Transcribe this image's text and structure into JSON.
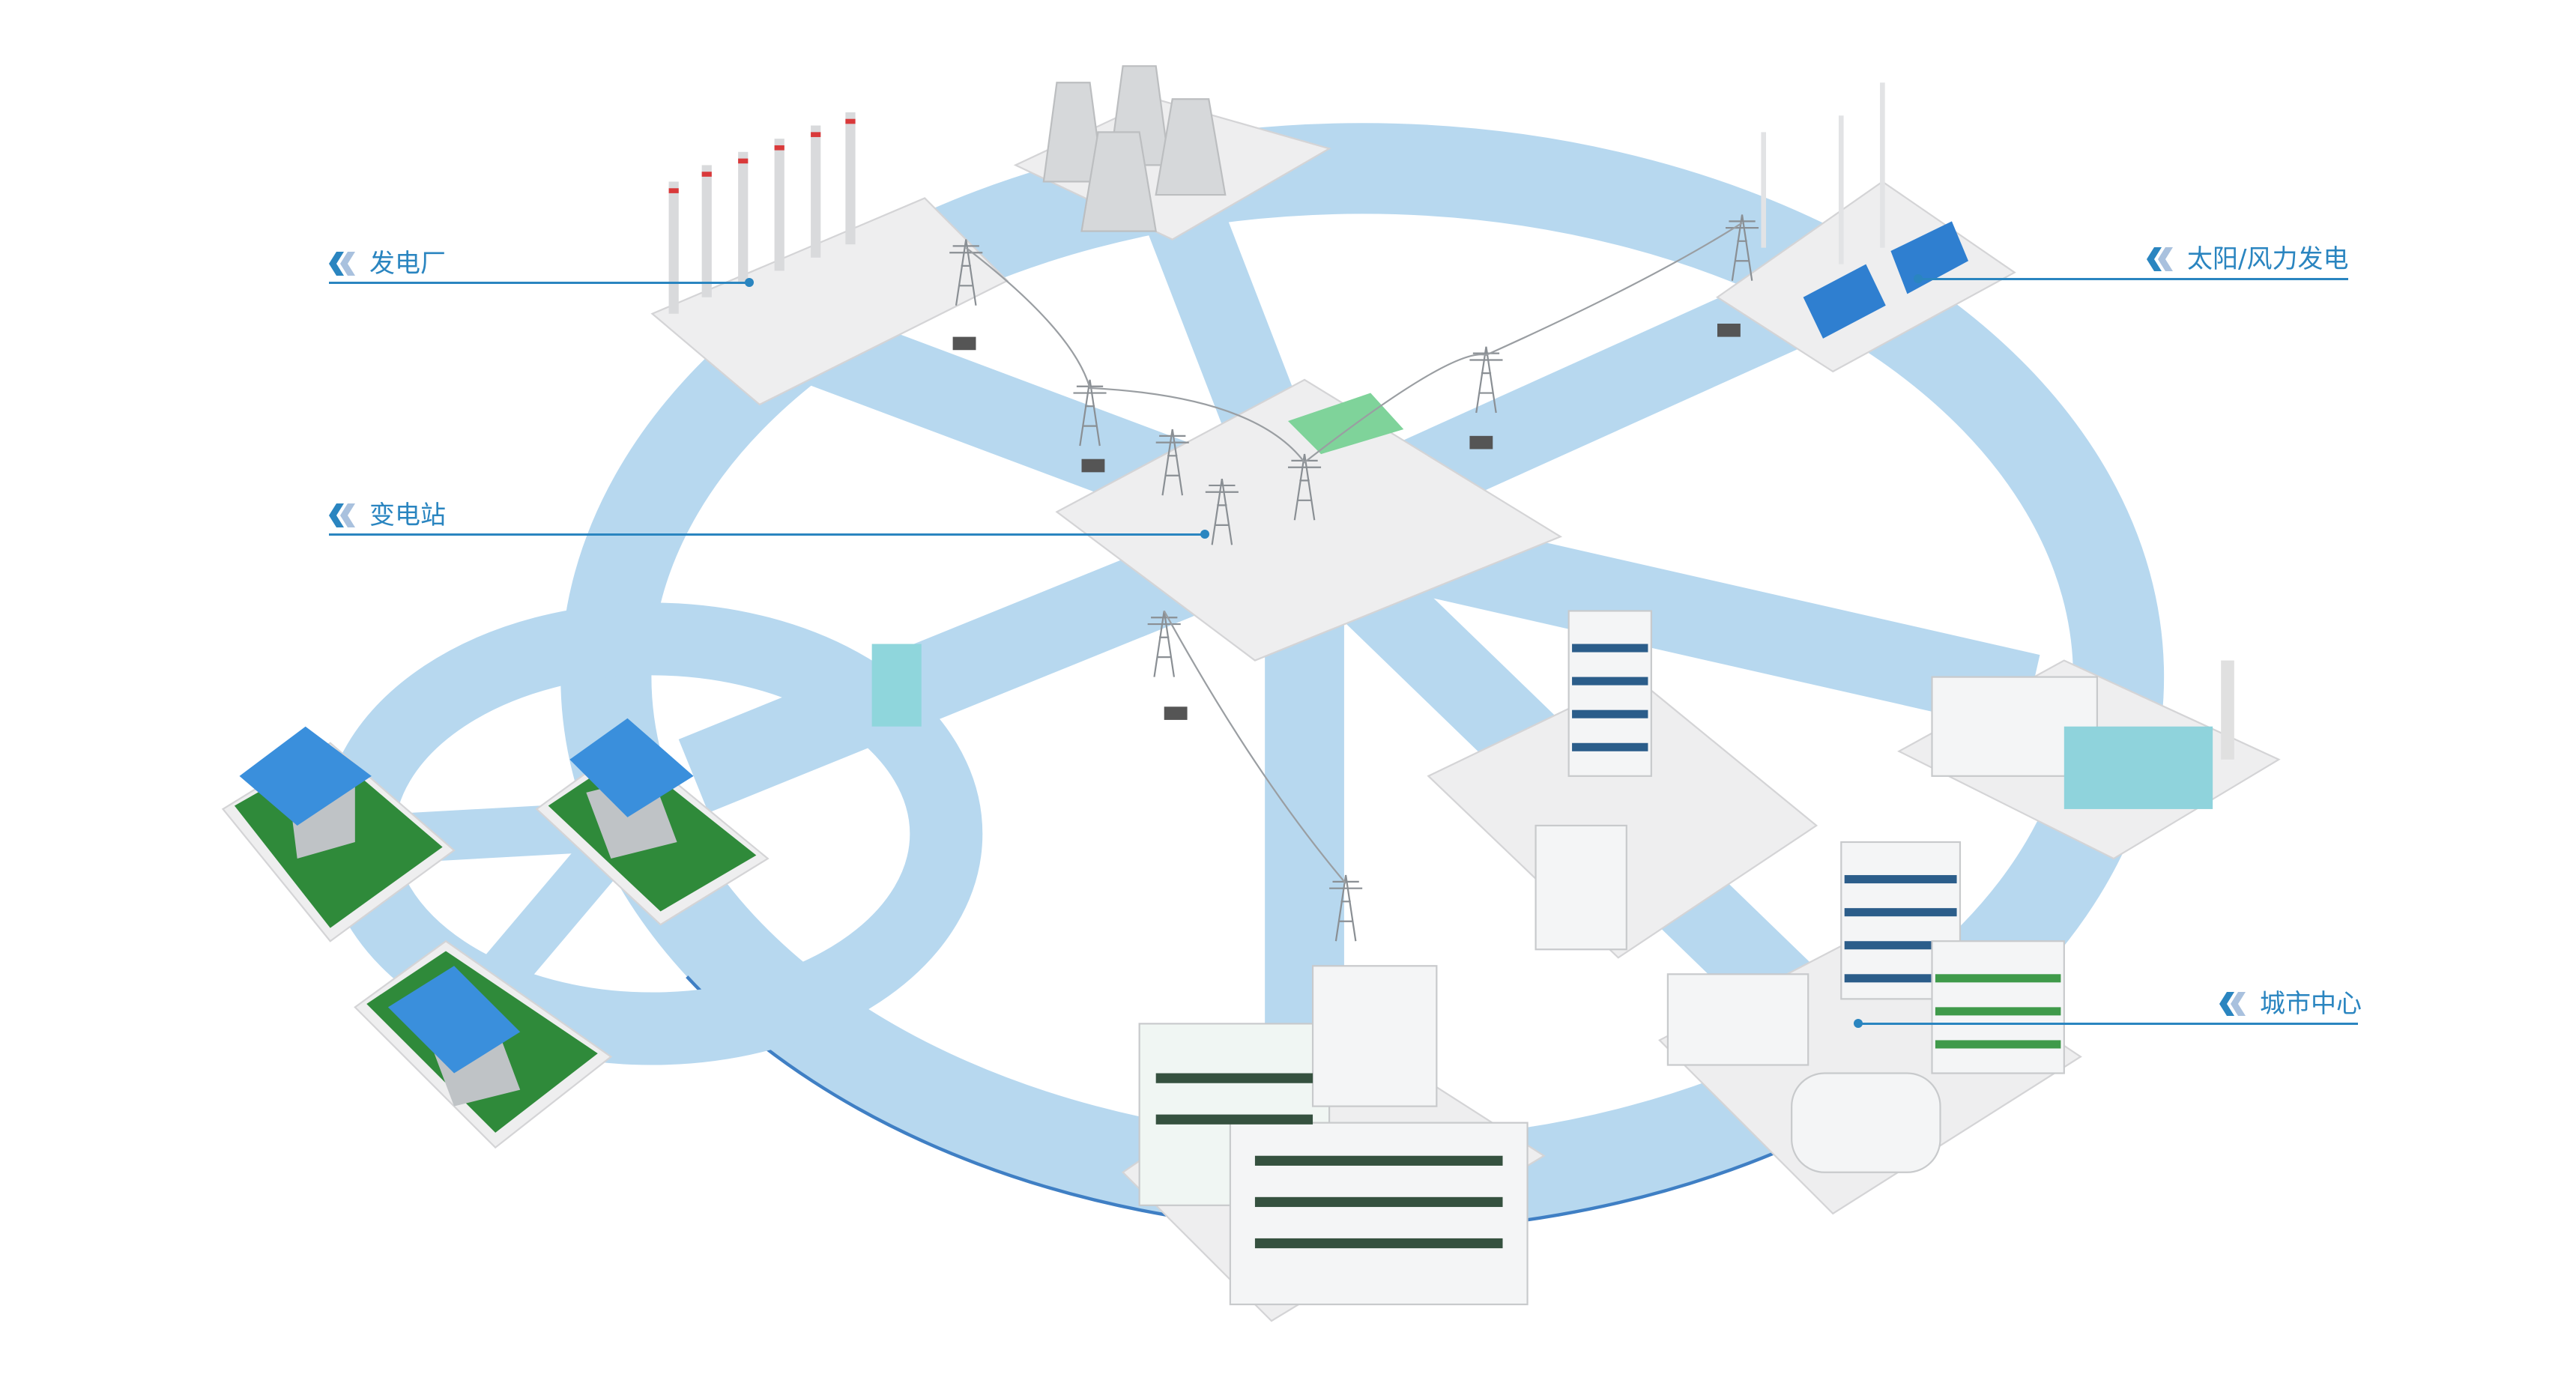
{
  "labels": {
    "power_plant": "发电厂",
    "substation": "变电站",
    "renewable": "太阳/风力发电",
    "city_center": "城市中心"
  },
  "colors": {
    "accent": "#2a85c0",
    "accent_light": "#a9c1de",
    "ring": "#b7d8ef",
    "ring_edge": "#3f7fc4"
  },
  "icons": [
    "double-chevron-left-icon"
  ]
}
